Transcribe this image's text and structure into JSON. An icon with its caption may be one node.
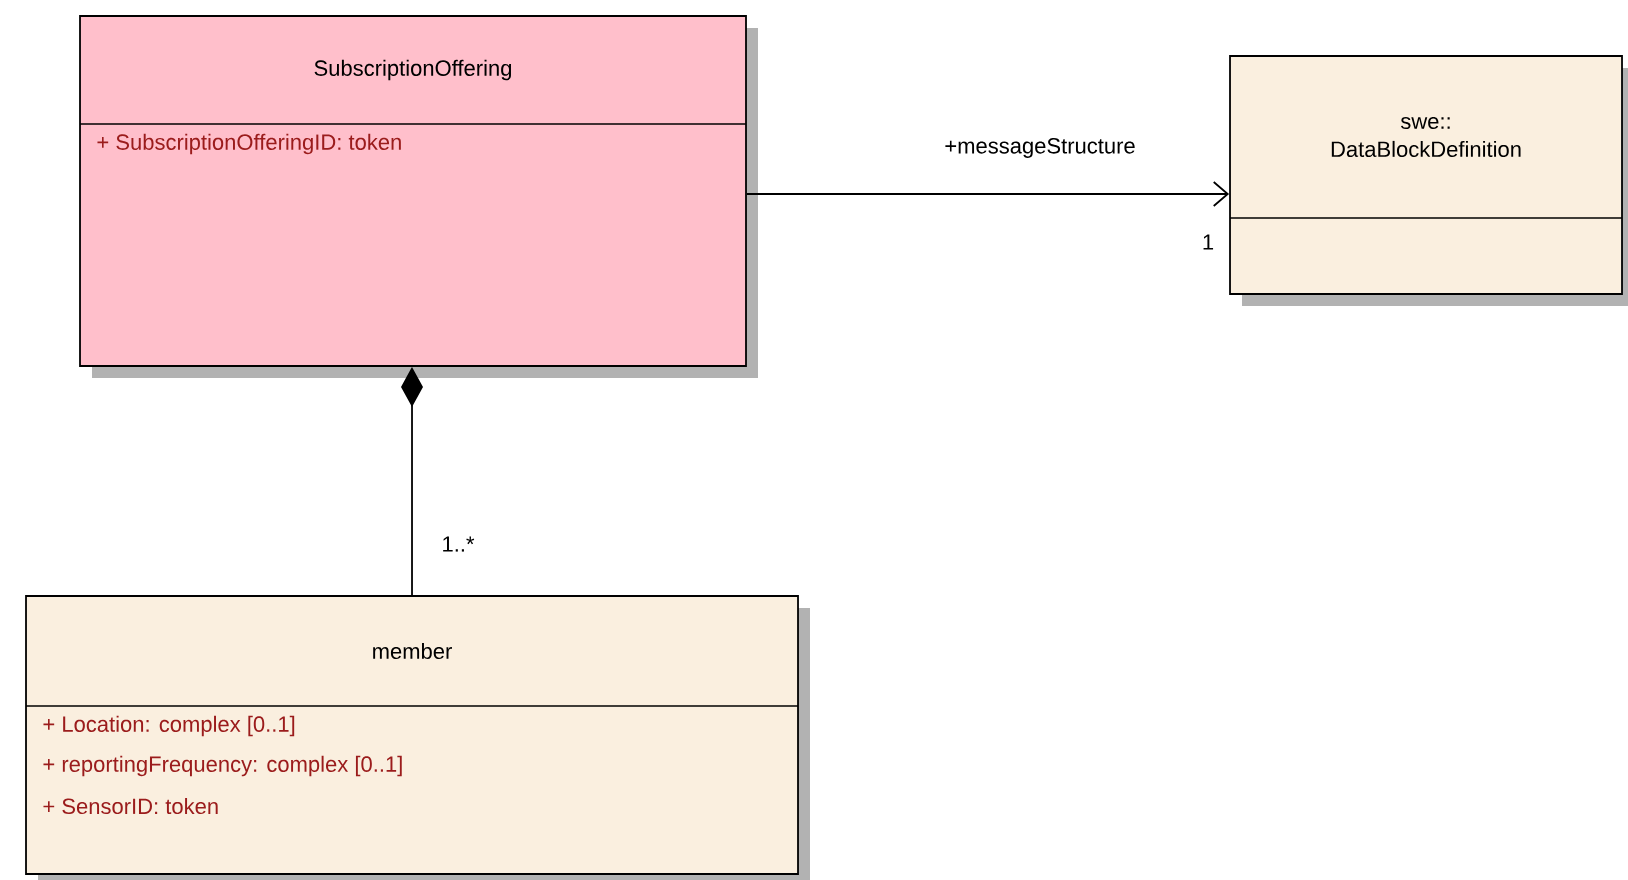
{
  "diagram": {
    "nodes": [
      {
        "text": [
          "SubscriptionOffering",
          "+ SubscriptionOfferingID: token"
        ]
      },
      {
        "text": [
          "swe:: DataBlockDefinition"
        ]
      },
      {
        "text": [
          "member",
          "+ Location: complex [0..1]",
          "+ reportingFrequency: complex [0..1]",
          "+ SensorID: token"
        ]
      }
    ],
    "edges": [
      {
        "from": 0,
        "to": 1,
        "arrow": "to",
        "label": "+messageStructure"
      },
      {
        "from": 2,
        "to": 0,
        "arrow": "other"
      }
    ],
    "labels": [
      "1",
      "1..*"
    ]
  }
}
